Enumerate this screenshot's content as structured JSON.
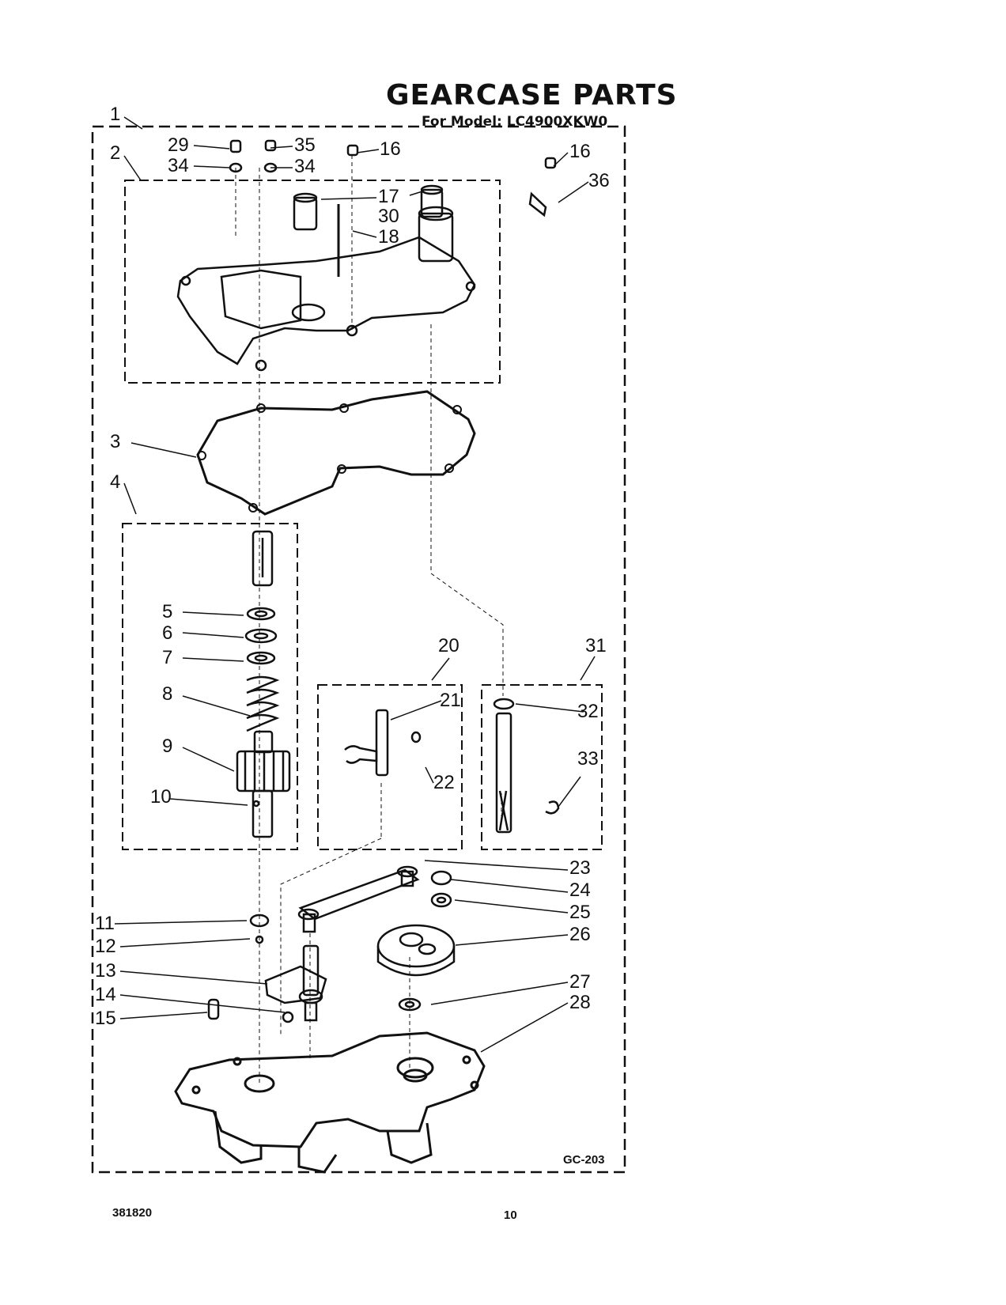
{
  "header": {
    "title": "GEARCASE PARTS",
    "subtitle": "For Model: LC4900XKW0"
  },
  "diagram_code": "GC-203",
  "footer": {
    "part_number": "381820",
    "page_number": "10"
  },
  "callouts": [
    {
      "id": "c1",
      "text": "1"
    },
    {
      "id": "c2",
      "text": "2"
    },
    {
      "id": "c29",
      "text": "29"
    },
    {
      "id": "c34a",
      "text": "34"
    },
    {
      "id": "c35",
      "text": "35"
    },
    {
      "id": "c34b",
      "text": "34"
    },
    {
      "id": "c16a",
      "text": "16"
    },
    {
      "id": "c16b",
      "text": "16"
    },
    {
      "id": "c36",
      "text": "36"
    },
    {
      "id": "c17",
      "text": "17"
    },
    {
      "id": "c30",
      "text": "30"
    },
    {
      "id": "c18",
      "text": "18"
    },
    {
      "id": "c3",
      "text": "3"
    },
    {
      "id": "c4",
      "text": "4"
    },
    {
      "id": "c5",
      "text": "5"
    },
    {
      "id": "c6",
      "text": "6"
    },
    {
      "id": "c7",
      "text": "7"
    },
    {
      "id": "c8",
      "text": "8"
    },
    {
      "id": "c9",
      "text": "9"
    },
    {
      "id": "c10",
      "text": "10"
    },
    {
      "id": "c20",
      "text": "20"
    },
    {
      "id": "c21",
      "text": "21"
    },
    {
      "id": "c22",
      "text": "22"
    },
    {
      "id": "c31",
      "text": "31"
    },
    {
      "id": "c32",
      "text": "32"
    },
    {
      "id": "c33",
      "text": "33"
    },
    {
      "id": "c23",
      "text": "23"
    },
    {
      "id": "c24",
      "text": "24"
    },
    {
      "id": "c25",
      "text": "25"
    },
    {
      "id": "c26",
      "text": "26"
    },
    {
      "id": "c11",
      "text": "11"
    },
    {
      "id": "c12",
      "text": "12"
    },
    {
      "id": "c13",
      "text": "13"
    },
    {
      "id": "c14",
      "text": "14"
    },
    {
      "id": "c15",
      "text": "15"
    },
    {
      "id": "c27",
      "text": "27"
    },
    {
      "id": "c28",
      "text": "28"
    }
  ]
}
